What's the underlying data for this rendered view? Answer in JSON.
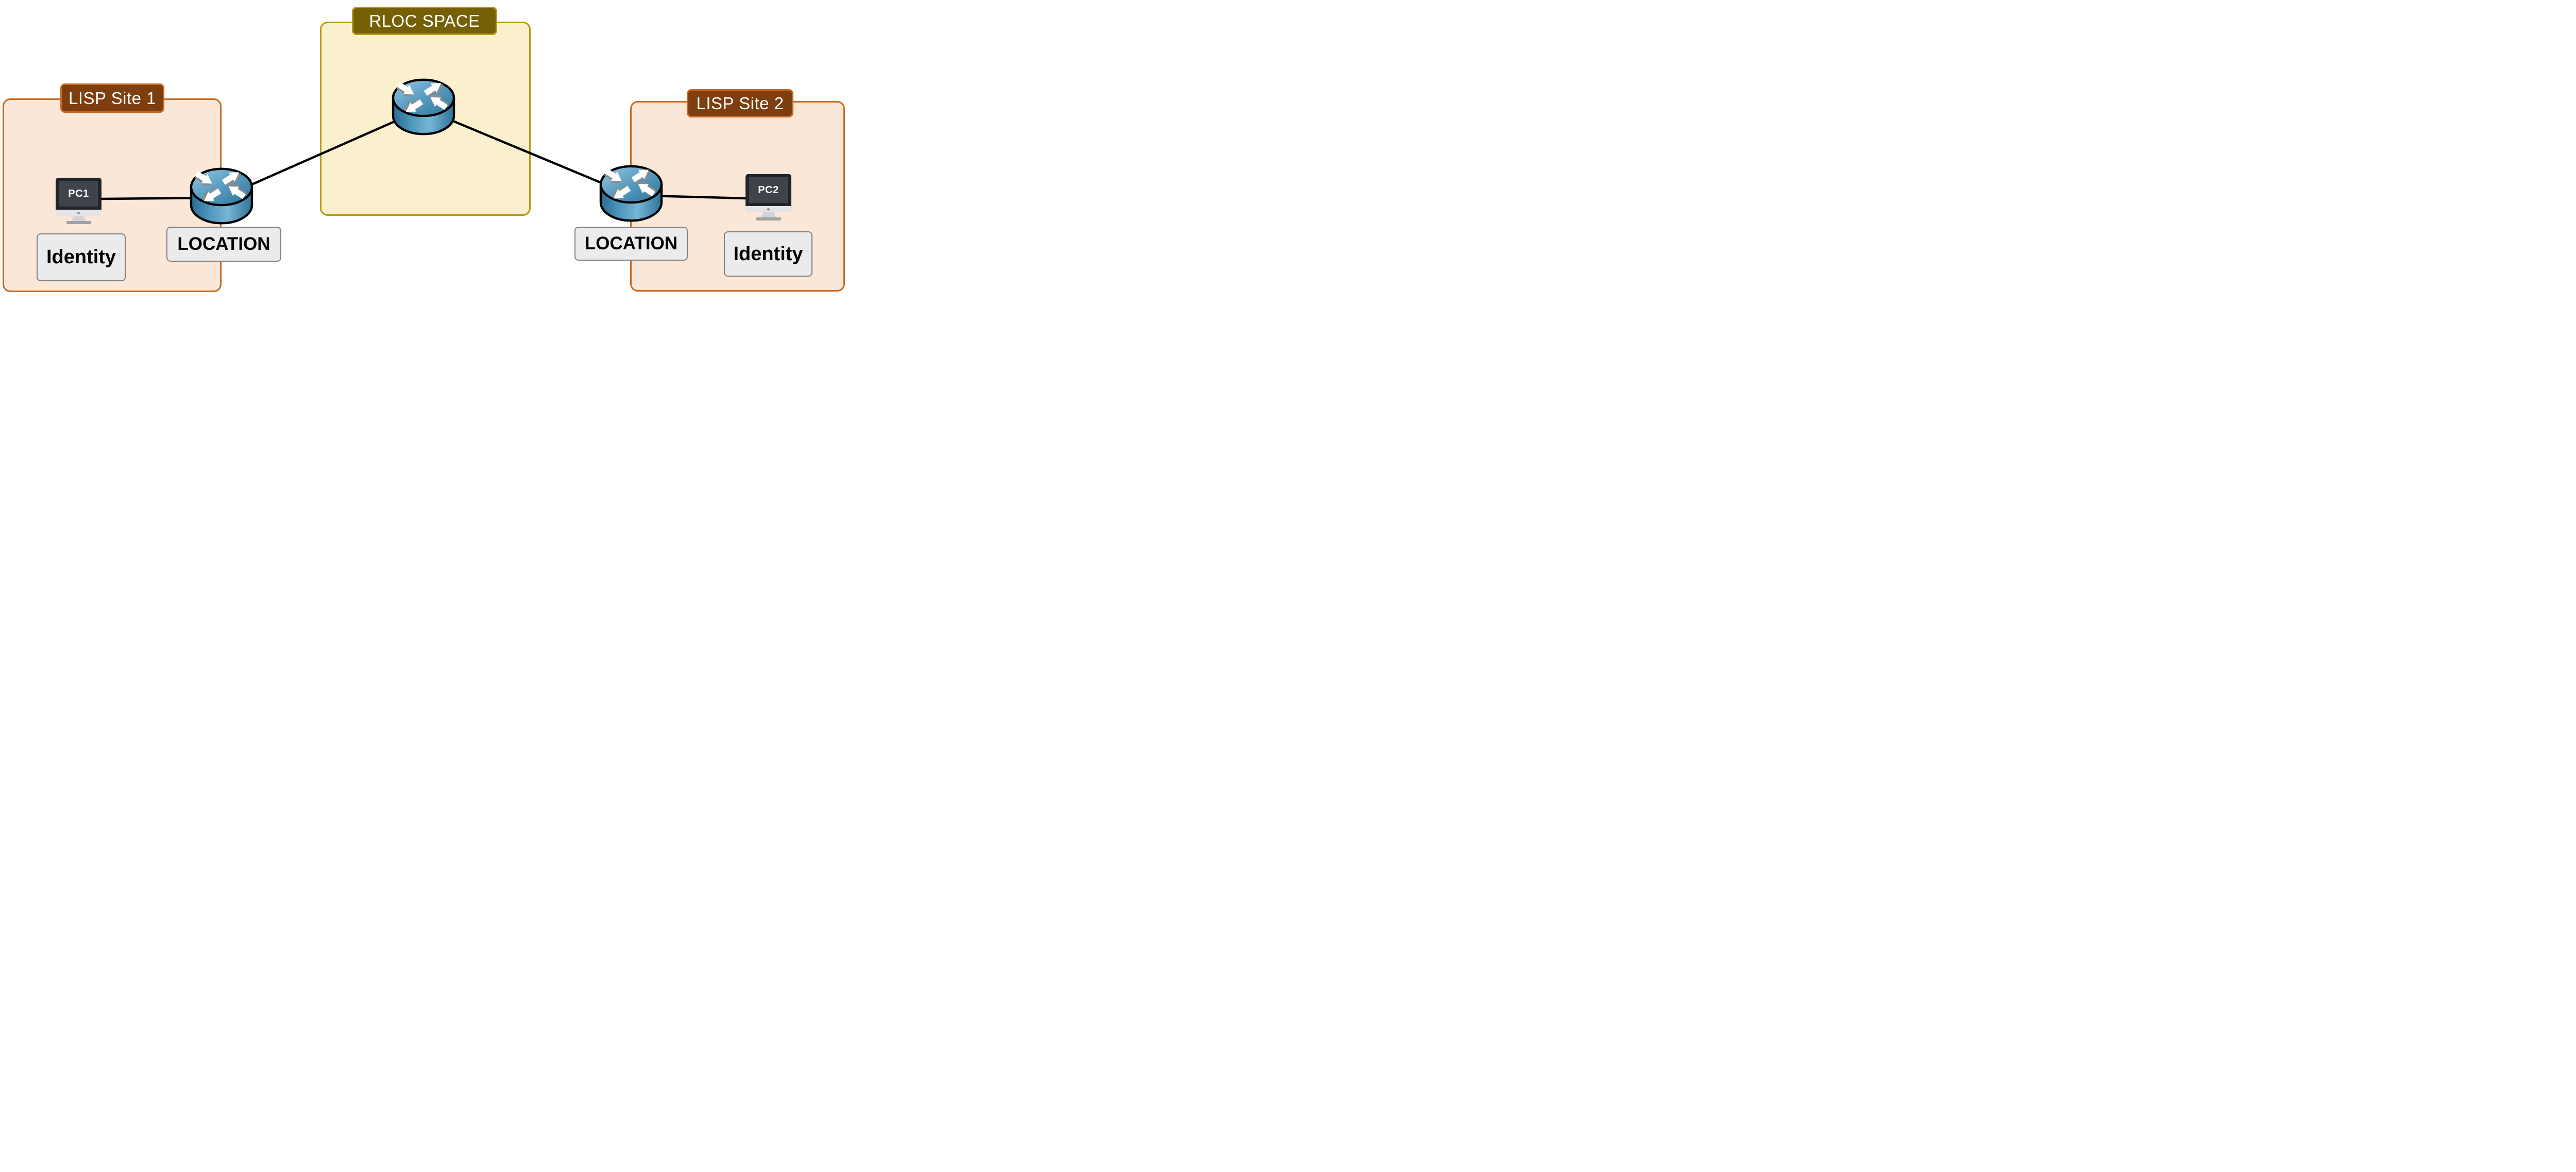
{
  "rloc": {
    "label": "RLOC SPACE"
  },
  "sites": {
    "site1": {
      "label": "LISP Site 1",
      "pc_label": "PC1",
      "identity_tag": "Identity",
      "location_tag": "LOCATION"
    },
    "site2": {
      "label": "LISP Site 2",
      "pc_label": "PC2",
      "identity_tag": "Identity",
      "location_tag": "LOCATION"
    }
  },
  "colors": {
    "background": "#FFFFFF",
    "site_fill": "#FAE7D8",
    "site_border": "#C8691E",
    "site_label_fill": "#7E3F10",
    "rloc_fill": "#FAF0CD",
    "rloc_border": "#B6990B",
    "rloc_label_fill": "#756005",
    "tag_fill": "#EBEBEB",
    "tag_border": "#7F7F7F",
    "tag_text": "#000000",
    "cable": "#000000",
    "pc_bezel": "#202428",
    "pc_screen": "#3F444A",
    "pc_text": "#FFFFFF",
    "router_blue_light": "#9CC8DF",
    "router_blue_dark": "#2E7299"
  }
}
